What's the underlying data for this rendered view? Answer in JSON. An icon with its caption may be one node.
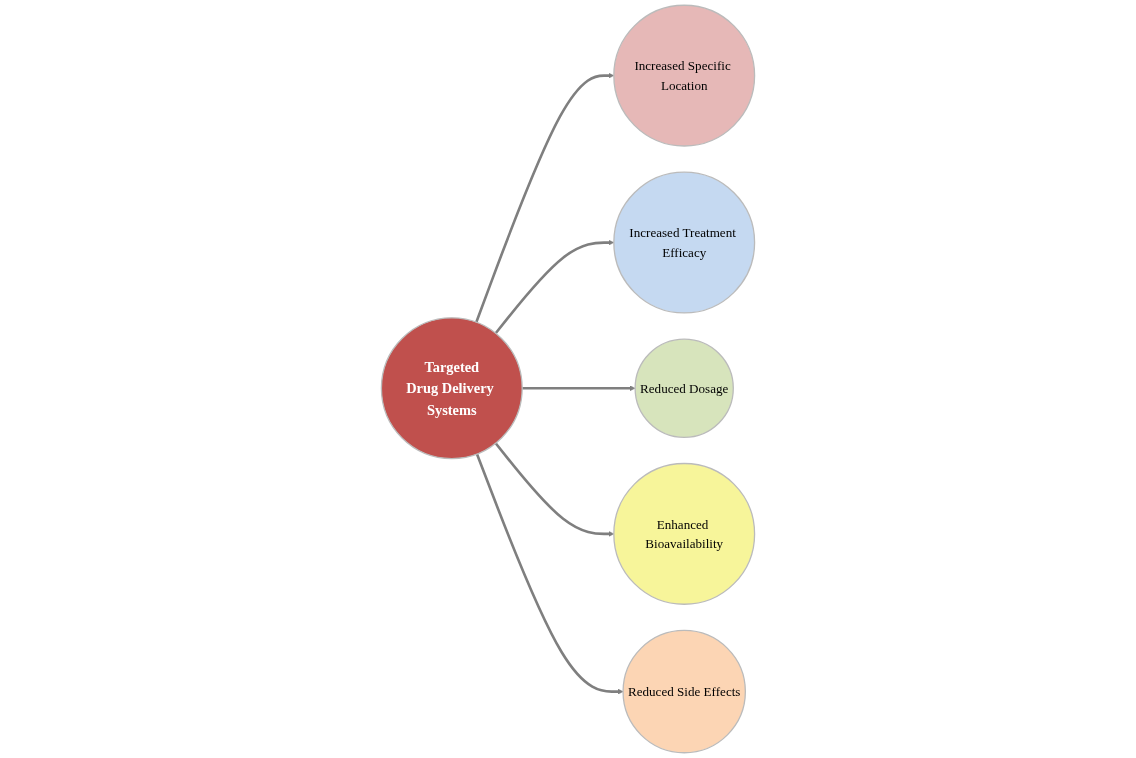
{
  "diagram": {
    "nodes": [
      {
        "text": [
          "Increased Specific Location"
        ]
      },
      {
        "text": [
          "Increased Treatment Efficacy"
        ]
      },
      {
        "text": [
          "Targeted",
          "Drug Delivery Systems"
        ]
      },
      {
        "text": [
          "Reduced Dosage"
        ]
      },
      {
        "text": [
          "Enhanced Bioavailability"
        ]
      },
      {
        "text": [
          "Reduced Side Effects"
        ]
      }
    ],
    "edges": [
      {
        "from": 2,
        "to": 0,
        "arrow": "to"
      },
      {
        "from": 2,
        "to": 1,
        "arrow": "to"
      },
      {
        "from": 2,
        "to": 3,
        "arrow": "to"
      },
      {
        "from": 2,
        "to": 4,
        "arrow": "to"
      },
      {
        "from": 2,
        "to": 5,
        "arrow": "to"
      }
    ]
  }
}
